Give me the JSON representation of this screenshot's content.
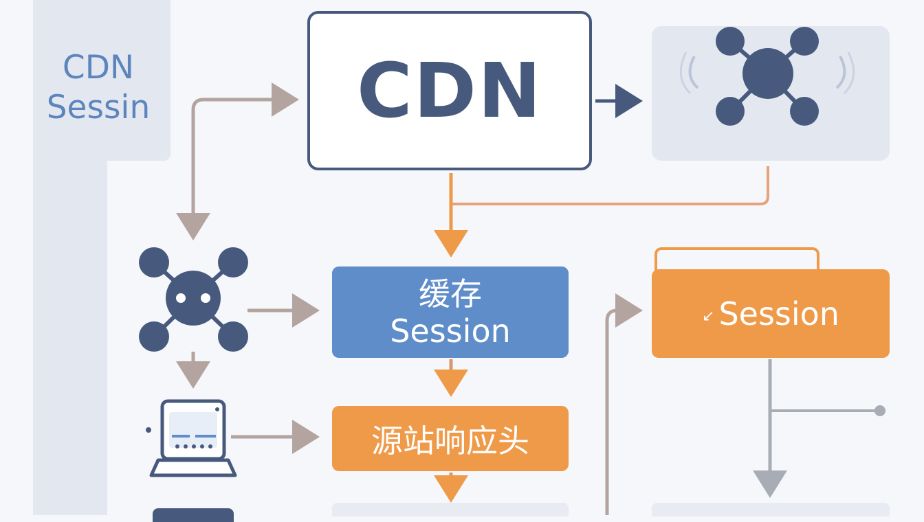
{
  "sidebar": {
    "title_line1": "CDN",
    "title_line2": "Sessin"
  },
  "cdn_box": {
    "label": "CDN"
  },
  "cache_box": {
    "line1": "缓存",
    "line2": "Session"
  },
  "origin_box": {
    "label": "源站响应头"
  },
  "session_box": {
    "label": "Session"
  },
  "icons": [
    "network-hub-icon",
    "bot-network-icon",
    "laptop-icon"
  ],
  "colors": {
    "navy": "#475a7d",
    "blue": "#5f8dc9",
    "orange": "#ef9a48",
    "gray_arrow": "#b3a4a0",
    "panel": "#e3e7ef"
  }
}
